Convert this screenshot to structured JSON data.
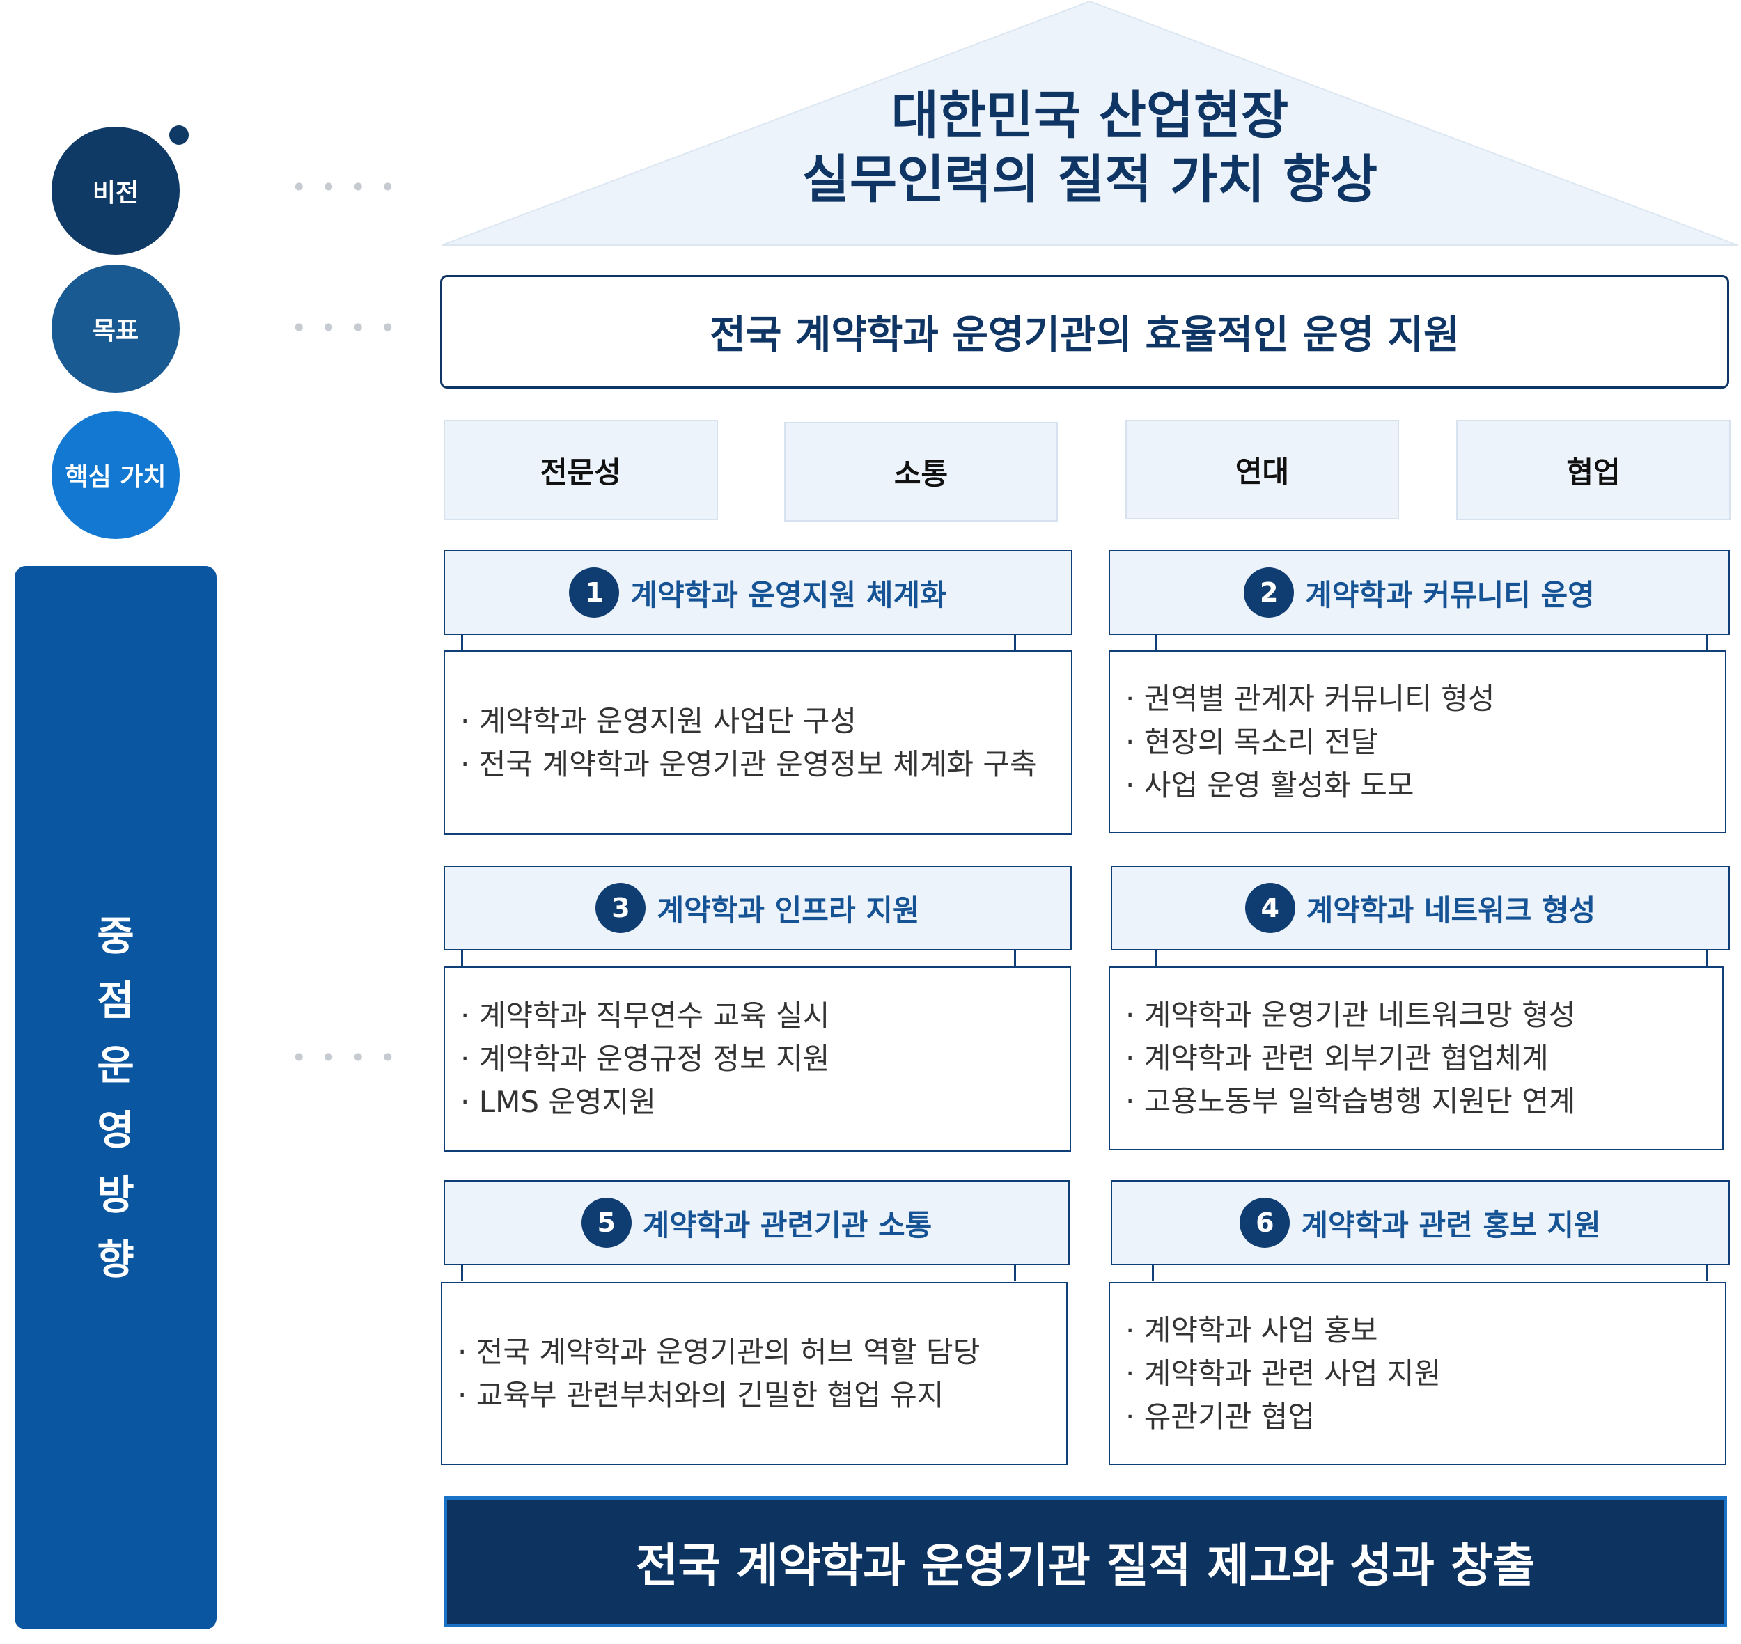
{
  "left_labels": {
    "vision": "비전",
    "goal": "목표",
    "core_values": "핵심 가치",
    "strategy_chars": [
      "중",
      "점",
      "운",
      "영",
      "방",
      "향"
    ]
  },
  "connector": "• • • •",
  "vision": {
    "line1": "대한민국 산업현장",
    "line2": "실무인력의 질적 가치 향상"
  },
  "goal": "전국 계약학과 운영기관의 효율적인 운영 지원",
  "core_values": [
    "전문성",
    "소통",
    "연대",
    "협업"
  ],
  "directions": [
    {
      "num": "1",
      "title": "계약학과 운영지원 체계화",
      "items": [
        "계약학과 운영지원 사업단 구성",
        "전국 계약학과 운영기관 운영정보 체계화 구축"
      ]
    },
    {
      "num": "2",
      "title": "계약학과 커뮤니티 운영",
      "items": [
        "권역별 관계자 커뮤니티 형성",
        "현장의 목소리 전달",
        "사업 운영 활성화 도모"
      ]
    },
    {
      "num": "3",
      "title": "계약학과 인프라 지원",
      "items": [
        "계약학과 직무연수 교육 실시",
        "계약학과 운영규정 정보 지원",
        "LMS 운영지원"
      ]
    },
    {
      "num": "4",
      "title": "계약학과 네트워크 형성",
      "items": [
        "계약학과 운영기관 네트워크망 형성",
        "계약학과 관련 외부기관 협업체계",
        "고용노동부 일학습병행 지원단 연계"
      ]
    },
    {
      "num": "5",
      "title": "계약학과 관련기관 소통",
      "items": [
        "전국 계약학과 운영기관의 허브 역할 담당",
        "교육부 관련부처와의 긴밀한 협업 유지"
      ]
    },
    {
      "num": "6",
      "title": "계약학과 관련 홍보 지원",
      "items": [
        "계약학과 사업 홍보",
        "계약학과 관련 사업 지원",
        "유관기관 협업"
      ]
    }
  ],
  "outcome": "전국 계약학과 운영기관 질적 제고와 성과 창출",
  "colors": {
    "navy": "#0d3461",
    "vision_circle": "#0f3a66",
    "goal_circle": "#1a5a92",
    "values_circle": "#1278d1",
    "strategy_bar": "#0b56a0",
    "light_fill": "#edf3fa"
  }
}
